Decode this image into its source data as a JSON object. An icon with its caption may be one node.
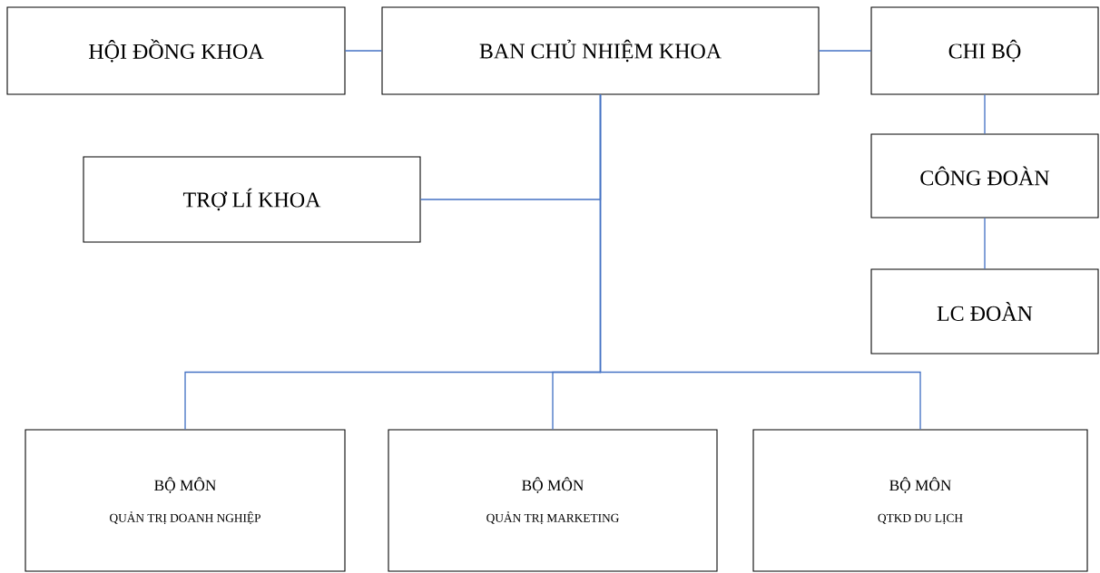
{
  "diagram": {
    "nodes": [
      {
        "text": [
          "HỘI ĐỒNG KHOA"
        ]
      },
      {
        "text": [
          "BAN CHỦ NHIỆM KHOA"
        ]
      },
      {
        "text": [
          "CHI BỘ"
        ]
      },
      {
        "text": [
          "TRỢ LÍ KHOA"
        ]
      },
      {
        "text": [
          "CÔNG ĐOÀN"
        ]
      },
      {
        "text": [
          "LC ĐOÀN"
        ]
      },
      {
        "text": [
          "BỘ MÔN",
          "QUẢN TRỊ DOANH NGHIỆP"
        ]
      },
      {
        "text": [
          "BỘ MÔN",
          "QUẢN TRỊ MARKETING"
        ]
      },
      {
        "text": [
          "BỘ MÔN",
          "QTKD DU LỊCH"
        ]
      }
    ],
    "edges": [
      {
        "from": 0,
        "to": 1,
        "arrow": "none"
      },
      {
        "from": 1,
        "to": 2,
        "arrow": "none"
      },
      {
        "from": 2,
        "to": 4,
        "arrow": "none"
      },
      {
        "from": 4,
        "to": 5,
        "arrow": "none"
      },
      {
        "from": 1,
        "to": 3,
        "arrow": "none"
      },
      {
        "from": 1,
        "to": 6,
        "arrow": "none"
      },
      {
        "from": 1,
        "to": 7,
        "arrow": "none"
      },
      {
        "from": 1,
        "to": 8,
        "arrow": "none"
      }
    ]
  }
}
